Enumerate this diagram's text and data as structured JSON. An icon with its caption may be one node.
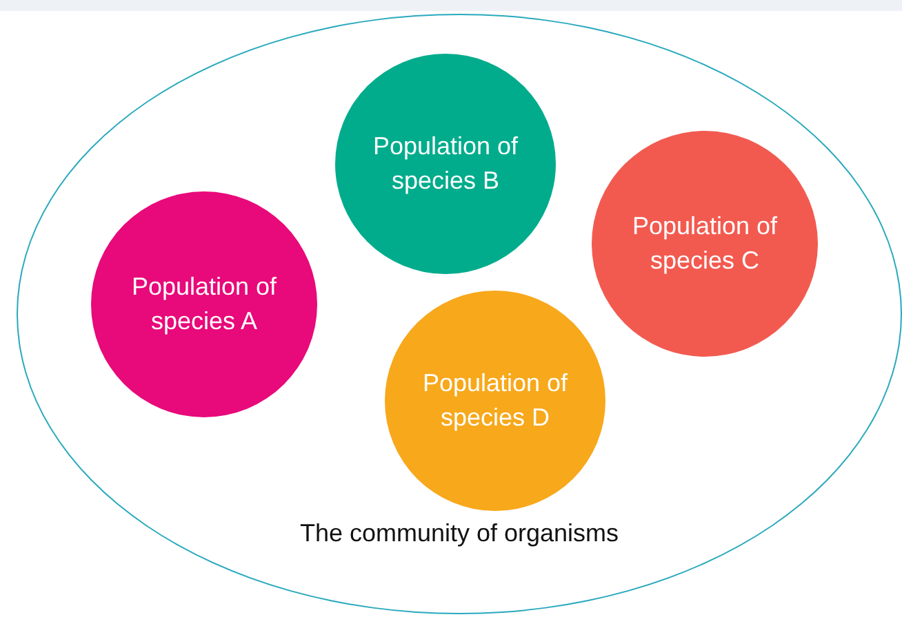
{
  "diagram": {
    "nodes": [
      {
        "text": [
          "The community of organisms"
        ]
      },
      {
        "text": [
          "Population of species B"
        ],
        "in": 0
      },
      {
        "text": [
          "Population of species C"
        ],
        "in": 0
      },
      {
        "text": [
          "Population of species A"
        ],
        "in": 0
      },
      {
        "text": [
          "Population of species D"
        ],
        "in": 0
      }
    ]
  }
}
